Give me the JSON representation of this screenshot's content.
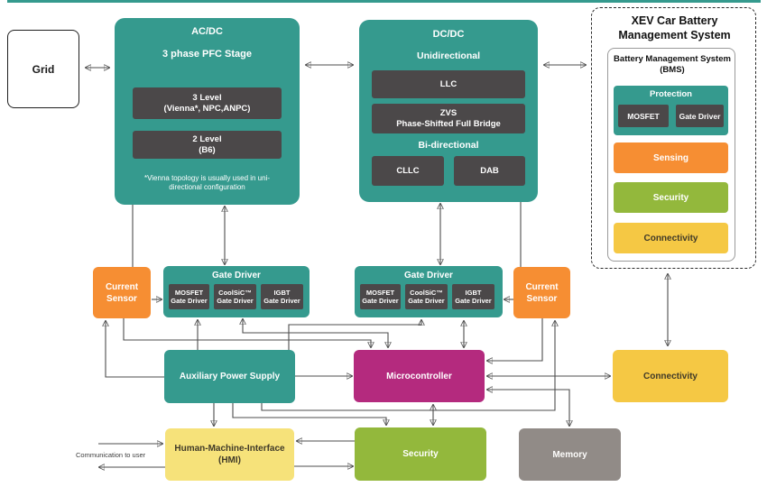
{
  "grid": {
    "label": "Grid"
  },
  "acdc": {
    "title": "AC/DC",
    "stage": "3 phase PFC Stage",
    "opt1": {
      "line1": "3 Level",
      "line2": "(Vienna*, NPC,ANPC)"
    },
    "opt2": {
      "line1": "2 Level",
      "line2": "(B6)"
    },
    "footnote": {
      "line1": "*Vienna topology is usually used in uni-",
      "line2": "directional configuration"
    }
  },
  "dcdc": {
    "title": "DC/DC",
    "unidirectional": "Unidirectional",
    "llc": "LLC",
    "zvs": {
      "line1": "ZVS",
      "line2": "Phase-Shifted Full Bridge"
    },
    "bidirectional": "Bi-directional",
    "cllc": "CLLC",
    "dab": "DAB"
  },
  "xev": {
    "title": "XEV Car Battery Management System",
    "bms_title": "Battery Management System (BMS)",
    "protection": {
      "title": "Protection",
      "mosfet": "MOSFET",
      "gate_driver": "Gate Driver"
    },
    "sensing": "Sensing",
    "security": "Security",
    "connectivity": "Connectivity"
  },
  "current_sensor": {
    "label": "Current Sensor"
  },
  "gate_driver": {
    "title": "Gate Driver",
    "subs": [
      {
        "line1": "MOSFET",
        "line2": "Gate Driver"
      },
      {
        "line1": "CoolSiC™",
        "line2": "Gate Driver"
      },
      {
        "line1": "IGBT",
        "line2": "Gate Driver"
      }
    ]
  },
  "aux": {
    "label": "Auxiliary Power Supply"
  },
  "mcu": {
    "label": "Microcontroller"
  },
  "connectivity": {
    "label": "Connectivity"
  },
  "hmi": {
    "line1": "Human-Machine-Interface",
    "line2": "(HMI)"
  },
  "security": {
    "label": "Security"
  },
  "memory": {
    "label": "Memory"
  },
  "comm": {
    "label": "Communication to user"
  },
  "colors": {
    "teal": "#359a8e",
    "darkbox": "#4b4849",
    "orange": "#f68e33",
    "magenta": "#b42a7e",
    "green": "#93b83c",
    "gold": "#f5c844",
    "lightyellow": "#f6e27a",
    "memgray": "#918b87",
    "wire": "#4d4d4d",
    "textdark": "#403a28"
  }
}
